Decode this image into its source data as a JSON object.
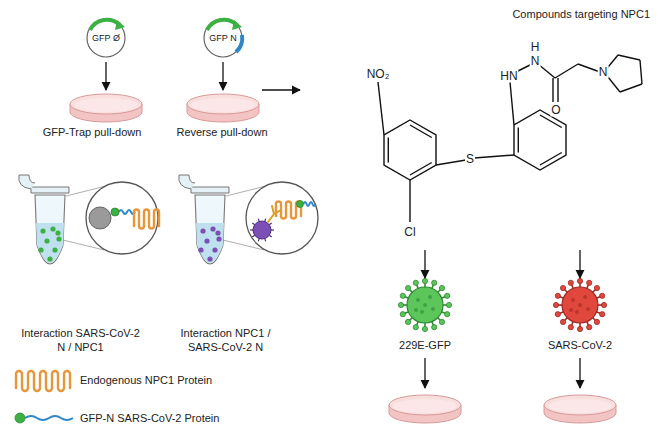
{
  "diagram": {
    "nodes": [
      {
        "text": [
          "GFP Ø"
        ]
      },
      {
        "text": [
          "GFP N"
        ]
      },
      {
        "text": [
          "Compounds targeting NPC1"
        ]
      },
      {
        "text": [
          "Interaction SARS-CoV-2 N / NPC1"
        ]
      },
      {
        "text": [
          "Interaction NPC1 / SARS-CoV-2 N"
        ]
      },
      {
        "text": [
          "229E-GFP"
        ]
      },
      {
        "text": [
          "SARS-CoV-2"
        ]
      }
    ],
    "edges": [
      {
        "from": 2,
        "to": 5,
        "arrow": "to"
      },
      {
        "from": 2,
        "to": 6,
        "arrow": "to"
      }
    ],
    "labels": [
      "GFP-Trap pull-down",
      "Reverse pull-down",
      "NO₂",
      "HN",
      "H",
      "N",
      "O",
      "N",
      "S",
      "Cl"
    ],
    "legend": [
      {
        "text": "Endogenous NPC1 Protein"
      },
      {
        "text": "GFP-N SARS-CoV-2 Protein"
      }
    ]
  }
}
